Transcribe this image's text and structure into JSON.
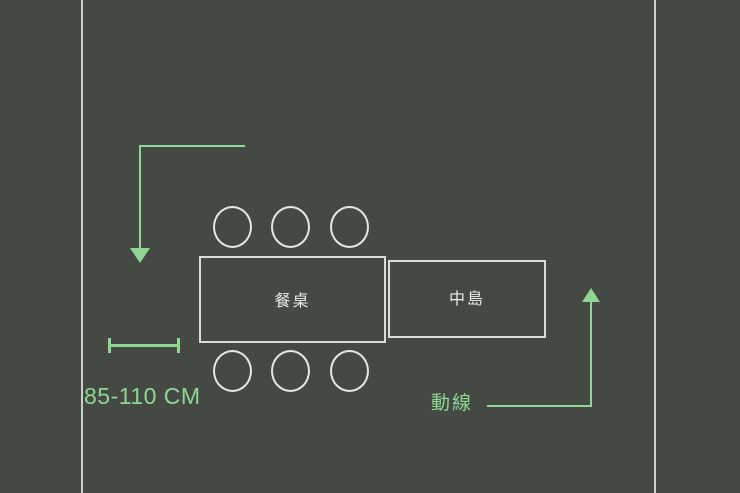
{
  "diagram": {
    "title": "dining-table-and-island-clearance-floor-plan",
    "background_color": "#444a43",
    "annotation_color": "#8fd694",
    "furniture_outline_color": "#d7ded4"
  },
  "walls": {
    "left_panel_name": "left-wall-band",
    "right_panel_name": "right-wall-band"
  },
  "furniture": [
    {
      "id": "dining-table",
      "label": "餐桌"
    },
    {
      "id": "kitchen-island",
      "label": "中島"
    }
  ],
  "chairs": {
    "top_row_count": 3,
    "bottom_row_count": 3
  },
  "annotations": {
    "clearance": {
      "label": "85-110 CM",
      "arrow_name": "clearance-arrow-down"
    },
    "circulation": {
      "label": "動線",
      "arrow_name": "circulation-arrow-up"
    }
  }
}
